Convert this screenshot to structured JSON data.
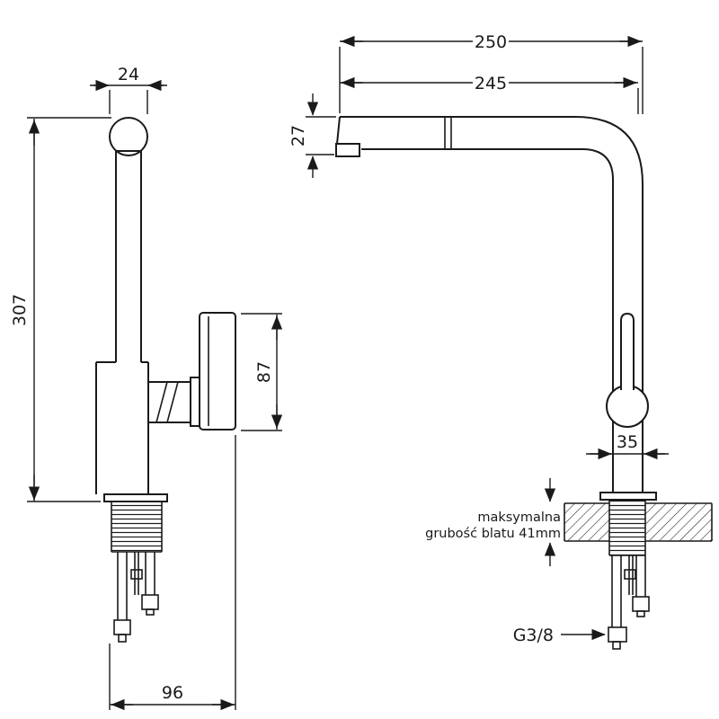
{
  "colors": {
    "line": "#1a1a1a",
    "background": "#ffffff"
  },
  "side_view": {
    "dim_top_width": "24",
    "dim_total_height": "307",
    "dim_handle_height": "87",
    "dim_base_depth": "96"
  },
  "front_view": {
    "dim_overall_depth": "250",
    "dim_spout_reach": "245",
    "dim_spout_height": "27",
    "dim_body_width": "35",
    "countertop_note_line1": "maksymalna",
    "countertop_note_line2": "grubość blatu 41mm",
    "thread_size": "G3/8"
  }
}
